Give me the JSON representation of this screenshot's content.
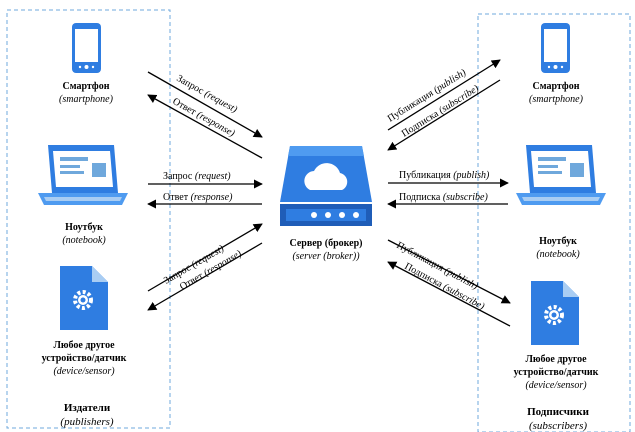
{
  "colors": {
    "accent": "#2f7de1",
    "accent_light": "#4f9bf0",
    "panel": "#6fa8dc",
    "dark": "#1f5db8"
  },
  "publishers": {
    "title": "Издатели",
    "subtitle": "(publishers)",
    "smartphone": {
      "title": "Смартфон",
      "sub": "(smartphone)"
    },
    "notebook": {
      "title": "Ноутбук",
      "sub": "(notebook)"
    },
    "device": {
      "title1": "Любое другое",
      "title2": "устройство/датчик",
      "sub": "(device/sensor)"
    }
  },
  "subscribers": {
    "title": "Подписчики",
    "subtitle": "(subscribers)",
    "smartphone": {
      "title": "Смартфон",
      "sub": "(smartphone)"
    },
    "notebook": {
      "title": "Ноутбук",
      "sub": "(notebook)"
    },
    "device": {
      "title1": "Любое другое",
      "title2": "устройство/датчик",
      "sub": "(device/sensor)"
    }
  },
  "server": {
    "title": "Сервер (брокер)",
    "sub": "(server (broker))"
  },
  "arrows": {
    "request_word": "Запрос ",
    "request_it": "(request)",
    "response_word": "Ответ ",
    "response_it": "(response)",
    "publish_word": "Публикация ",
    "publish_it": "(publish)",
    "subscribe_word": "Подписка ",
    "subscribe_it": "(subscribe)"
  },
  "icons": [
    "smartphone-icon",
    "laptop-icon",
    "document-gear-icon",
    "server-cloud-icon"
  ]
}
